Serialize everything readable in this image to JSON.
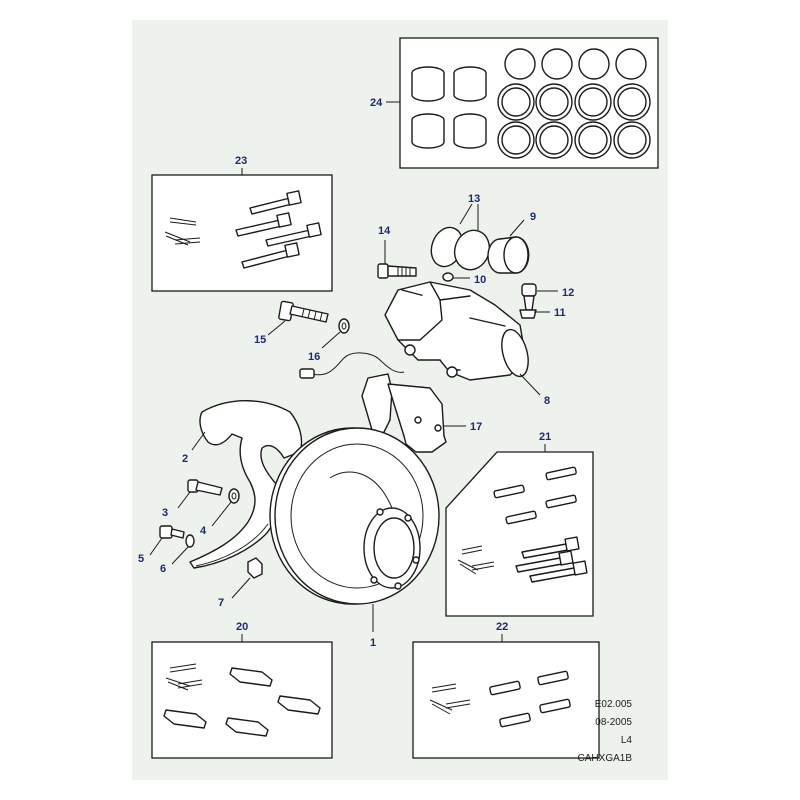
{
  "callouts": [
    "1",
    "2",
    "3",
    "4",
    "5",
    "6",
    "7",
    "8",
    "9",
    "10",
    "11",
    "12",
    "13",
    "14",
    "15",
    "16",
    "17",
    "20",
    "21",
    "22",
    "23",
    "24"
  ],
  "reference": {
    "code": "E02.005",
    "date": "08-2005",
    "variant": "L4",
    "drawing_id": "CAHXGA1B"
  },
  "icons": {
    "brake_disc": "brake-disc-icon",
    "caliper": "brake-caliper-icon",
    "pad": "brake-pad-icon",
    "shield": "mud-shield-icon"
  },
  "colors": {
    "background": "#eef2ec",
    "callout": "#1b2a7a",
    "line": "#1b1b1b"
  }
}
